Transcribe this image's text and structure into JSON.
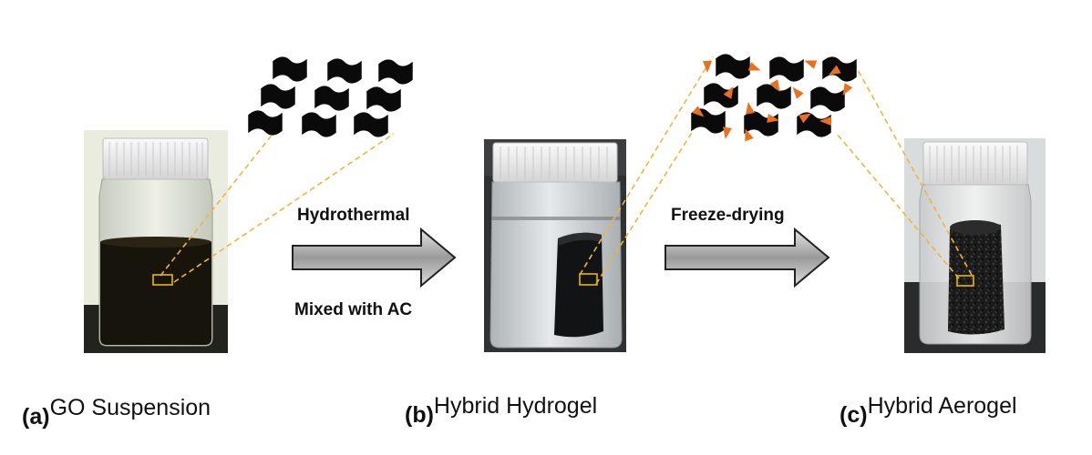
{
  "panels": [
    {
      "letter": "(a)",
      "title": "GO Suspension"
    },
    {
      "letter": "(b)",
      "title": "Hybrid Hydrogel"
    },
    {
      "letter": "(c)",
      "title": "Hybrid Aerogel"
    }
  ],
  "steps": [
    {
      "above": "Hydrothermal",
      "below": "Mixed with AC"
    },
    {
      "above": "Freeze-drying",
      "below": ""
    }
  ],
  "colors": {
    "sheet": "#0a0a0a",
    "ac_particle": "#e8701e",
    "guide_line": "#f0b43c",
    "highlight_box": "#e8b800"
  }
}
